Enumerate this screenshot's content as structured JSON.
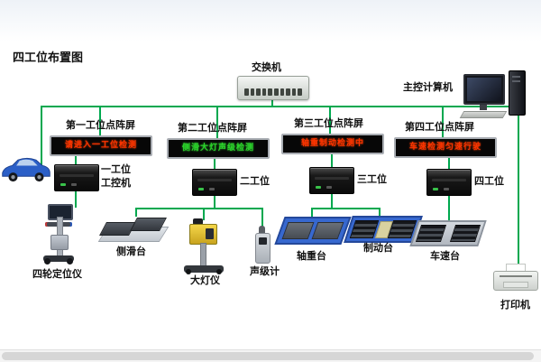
{
  "title": "四工位布置图",
  "switch": {
    "label": "交换机"
  },
  "main_computer": {
    "label": "主控计算机"
  },
  "screens": [
    {
      "label": "第一工位点阵屏",
      "led_text": "请进入一工位检测",
      "led_color": "#ff3300"
    },
    {
      "label": "第二工位点阵屏",
      "led_text": "侧滑大灯声级检测",
      "led_color": "#2bd42b"
    },
    {
      "label": "第三工位点阵屏",
      "led_text": "轴重制动检测中",
      "led_color": "#ff3300"
    },
    {
      "label": "第四工位点阵屏",
      "led_text": "车速检测匀速行驶",
      "led_color": "#ff3300"
    }
  ],
  "stations": [
    {
      "label": "一工位",
      "label2": "工控机"
    },
    {
      "label": "二工位"
    },
    {
      "label": "三工位"
    },
    {
      "label": "四工位"
    }
  ],
  "equipment": {
    "wheel_aligner": "四轮定位仪",
    "side_slip": "侧滑台",
    "headlight": "大灯仪",
    "sound_meter": "声级计",
    "axle_weight": "轴重台",
    "brake": "制动台",
    "speed": "车速台",
    "printer": "打印机"
  },
  "colors": {
    "line": "#00a84f",
    "led_red": "#ff3300",
    "led_green": "#2bd42b"
  }
}
